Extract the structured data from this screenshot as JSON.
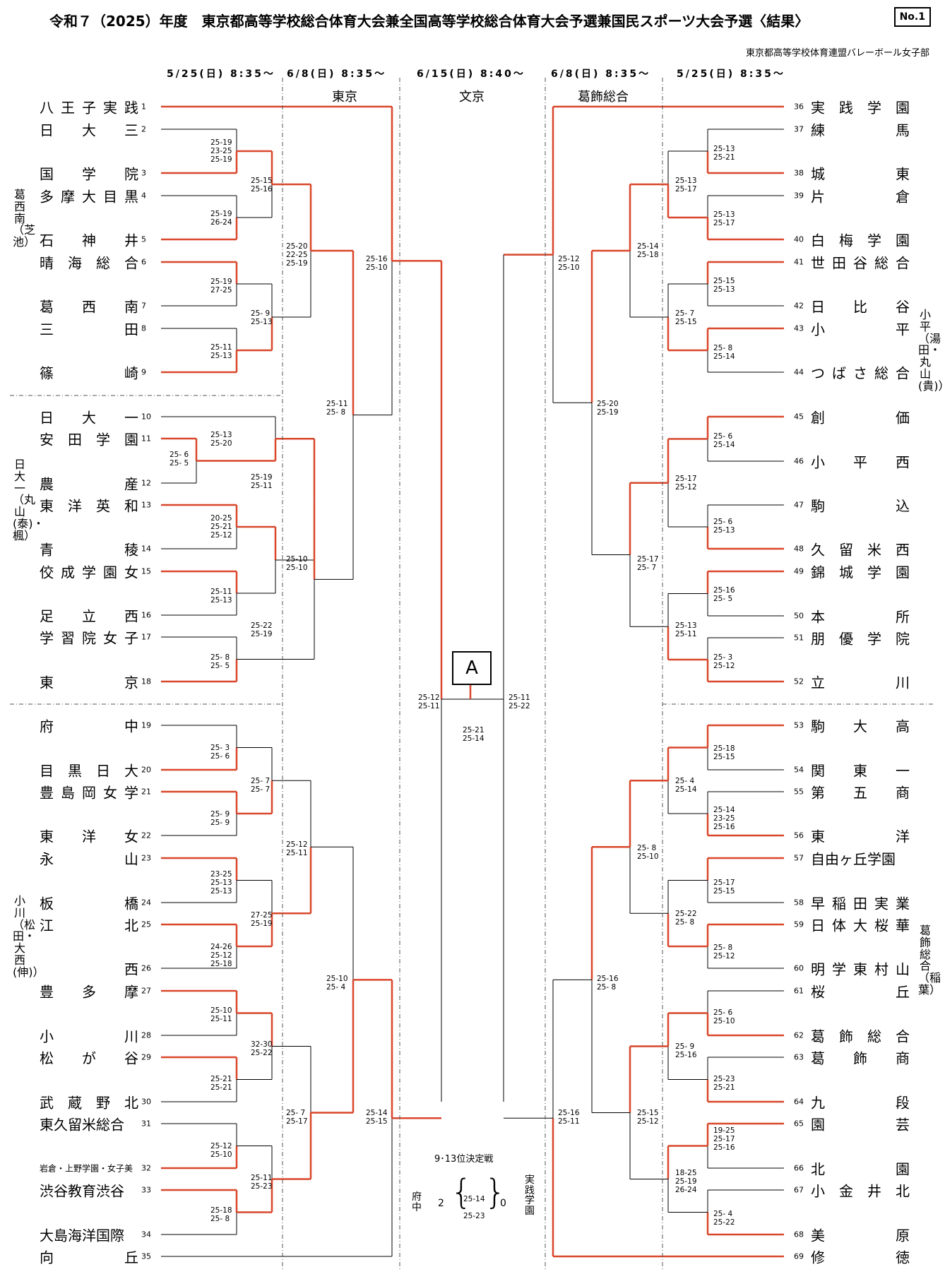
{
  "header": {
    "title": "令和７（2025）年度　東京都高等学校総合体育大会兼全国高等学校総合体育大会予選兼国民スポーツ大会予選〈結果〉",
    "page_no": "No.1",
    "organizer": "東京都高等学校体育連盟バレーボール女子部"
  },
  "dates": [
    "5/25(日) 8:35～",
    "6/8(日) 8:35～",
    "6/15(日) 8:40～",
    "6/8(日) 8:35～",
    "5/25(日) 8:35～"
  ],
  "venues": [
    "東京",
    "文京",
    "葛飾総合"
  ],
  "side_notes": {
    "left": [
      "葛西南（芝池）",
      "日大一（丸山(泰)・楓）",
      "小川（松田・大西(伸)）"
    ],
    "right": [
      "小平（湯田・丸山(貴)）",
      "葛飾総合（稲葉）"
    ]
  },
  "teams_left": [
    {
      "no": "1",
      "name": "八王子実践"
    },
    {
      "no": "2",
      "name": "日大三"
    },
    {
      "no": "3",
      "name": "国学院"
    },
    {
      "no": "4",
      "name": "多摩大目黒"
    },
    {
      "no": "5",
      "name": "石神井"
    },
    {
      "no": "6",
      "name": "晴海総合"
    },
    {
      "no": "7",
      "name": "葛西南"
    },
    {
      "no": "8",
      "name": "三田"
    },
    {
      "no": "9",
      "name": "篠崎"
    },
    {
      "no": "10",
      "name": "日大一"
    },
    {
      "no": "11",
      "name": "安田学園"
    },
    {
      "no": "12",
      "name": "農産"
    },
    {
      "no": "13",
      "name": "東洋英和"
    },
    {
      "no": "14",
      "name": "青稜"
    },
    {
      "no": "15",
      "name": "佼成学園女"
    },
    {
      "no": "16",
      "name": "足立西"
    },
    {
      "no": "17",
      "name": "学習院女子"
    },
    {
      "no": "18",
      "name": "東京"
    },
    {
      "no": "19",
      "name": "府中"
    },
    {
      "no": "20",
      "name": "目黒日大"
    },
    {
      "no": "21",
      "name": "豊島岡女学"
    },
    {
      "no": "22",
      "name": "東洋女"
    },
    {
      "no": "23",
      "name": "永山"
    },
    {
      "no": "24",
      "name": "板橋"
    },
    {
      "no": "25",
      "name": "江北"
    },
    {
      "no": "26",
      "name": "西"
    },
    {
      "no": "27",
      "name": "豊多摩"
    },
    {
      "no": "28",
      "name": "小川"
    },
    {
      "no": "29",
      "name": "松が谷"
    },
    {
      "no": "30",
      "name": "武蔵野北"
    },
    {
      "no": "31",
      "name": "東久留米総合"
    },
    {
      "no": "32",
      "name": "岩倉・上野学園・女子美"
    },
    {
      "no": "33",
      "name": "渋谷教育渋谷"
    },
    {
      "no": "34",
      "name": "大島海洋国際"
    },
    {
      "no": "35",
      "name": "向丘"
    }
  ],
  "teams_right": [
    {
      "no": "36",
      "name": "実践学園"
    },
    {
      "no": "37",
      "name": "練馬"
    },
    {
      "no": "38",
      "name": "城東"
    },
    {
      "no": "39",
      "name": "片倉"
    },
    {
      "no": "40",
      "name": "白梅学園"
    },
    {
      "no": "41",
      "name": "世田谷総合"
    },
    {
      "no": "42",
      "name": "日比谷"
    },
    {
      "no": "43",
      "name": "小平"
    },
    {
      "no": "44",
      "name": "つばさ総合"
    },
    {
      "no": "45",
      "name": "創価"
    },
    {
      "no": "46",
      "name": "小平西"
    },
    {
      "no": "47",
      "name": "駒込"
    },
    {
      "no": "48",
      "name": "久留米西"
    },
    {
      "no": "49",
      "name": "錦城学園"
    },
    {
      "no": "50",
      "name": "本所"
    },
    {
      "no": "51",
      "name": "朋優学院"
    },
    {
      "no": "52",
      "name": "立川"
    },
    {
      "no": "53",
      "name": "駒大高"
    },
    {
      "no": "54",
      "name": "関東一"
    },
    {
      "no": "55",
      "name": "第五商"
    },
    {
      "no": "56",
      "name": "東洋"
    },
    {
      "no": "57",
      "name": "自由ヶ丘学園"
    },
    {
      "no": "58",
      "name": "早稲田実業"
    },
    {
      "no": "59",
      "name": "日体大桜華"
    },
    {
      "no": "60",
      "name": "明学東村山"
    },
    {
      "no": "61",
      "name": "桜丘"
    },
    {
      "no": "62",
      "name": "葛飾総合"
    },
    {
      "no": "63",
      "name": "葛飾商"
    },
    {
      "no": "64",
      "name": "九段"
    },
    {
      "no": "65",
      "name": "園芸"
    },
    {
      "no": "66",
      "name": "北園"
    },
    {
      "no": "67",
      "name": "小金井北"
    },
    {
      "no": "68",
      "name": "美原"
    },
    {
      "no": "69",
      "name": "修徳"
    }
  ],
  "scores_left": [
    "25-19\n23-25\n25-19",
    "25-19\n26-24",
    "25-19\n27-25",
    "25-11\n25-13",
    "25-15\n25-16",
    "25- 9\n25-13",
    "25-20\n22-25\n25-19",
    "25-16\n25-10",
    "25-11\n25- 8",
    "25- 6\n25- 5",
    "25-13\n25-20",
    "20-25\n25-21\n25-12",
    "25-11\n25-13",
    "25- 8\n25- 5",
    "25-19\n25-11",
    "25-22\n25-19",
    "25-10\n25-10",
    "25- 3\n25- 6",
    "25- 9\n25- 9",
    "23-25\n25-13\n25-13",
    "24-26\n25-12\n25-18",
    "25- 7\n25- 7",
    "27-25\n25-19",
    "25-12\n25-11",
    "25-10\n25-11",
    "25-21\n25-21",
    "25-12\n25-10",
    "25-18\n25- 8",
    "32-30\n25-22",
    "25-11\n25-23",
    "25- 7\n25-17",
    "25-10\n25- 4",
    "25-14\n25-15"
  ],
  "scores_right": [
    "25-13\n25-21",
    "25-13\n25-17",
    "25-15\n25-13",
    "25- 8\n25-14",
    "25-13\n25-17",
    "25- 7\n25-15",
    "25-14\n25-18",
    "25-12\n25-10",
    "25-20\n25-19",
    "25- 6\n25-14",
    "25- 6\n25-13",
    "25-16\n25- 5",
    "25- 3\n25-12",
    "25-17\n25-12",
    "25-13\n25-11",
    "25-17\n25- 7",
    "25-18\n25-15",
    "25-14\n23-25\n25-16",
    "25-17\n25-15",
    "25- 8\n25-12",
    "25- 4\n25-14",
    "25-22\n25- 8",
    "25- 8\n25-10",
    "25- 6\n25-10",
    "25-23\n25-21",
    "19-25\n25-17\n25-16",
    "25- 4\n25-22",
    "25- 9\n25-16",
    "18-25\n25-19\n26-24",
    "25-15\n25-12",
    "25-16\n25- 8",
    "25-16\n25-11"
  ],
  "final": {
    "label": "A",
    "score_left": "25-12\n25-11",
    "score_center": "25-21\n25-14",
    "score_right": "25-11\n25-22"
  },
  "consolation": {
    "title": "9･13位決定戦",
    "left_team": "府中",
    "left_score": "2",
    "sets": "25-14\n25-23",
    "right_score": "0",
    "right_team": "実践学園"
  },
  "colors": {
    "winner_line": "#d9472b",
    "line": "#000000",
    "divider": "#555555"
  }
}
